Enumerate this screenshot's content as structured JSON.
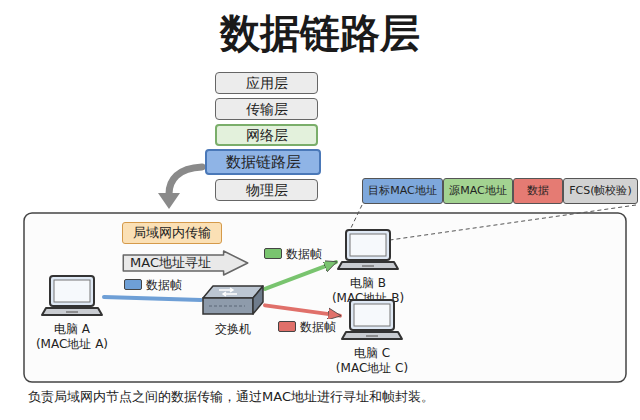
{
  "diagram": {
    "title": "数据链路层",
    "caption": "负责局域网内节点之间的数据传输，通过MAC地址进行寻址和帧封装。",
    "nodes": [
      {
        "text": [
          "应用层"
        ]
      },
      {
        "text": [
          "传输层"
        ]
      },
      {
        "text": [
          "网络层"
        ]
      },
      {
        "text": [
          "数据链路层"
        ]
      },
      {
        "text": [
          "物理层"
        ]
      },
      {
        "text": [
          "目标MAC地址"
        ]
      },
      {
        "text": [
          "源MAC地址"
        ]
      },
      {
        "text": [
          "数据"
        ]
      },
      {
        "text": [
          "FCS(帧校验)"
        ]
      },
      {
        "text": [
          "局域网内传输"
        ]
      },
      {
        "text": [
          "MAC地址寻址"
        ]
      },
      {
        "text": [
          "电脑 A (MAC地址 A)"
        ]
      },
      {
        "text": [
          "交换机"
        ]
      },
      {
        "text": [
          "电脑 B (MAC地址 B)"
        ]
      },
      {
        "text": [
          "电脑 C (MAC地址 C)"
        ]
      }
    ],
    "edges": [
      {
        "from": 11,
        "to": 12,
        "arrow": "none",
        "label": "数据帧"
      },
      {
        "from": 12,
        "to": 13,
        "arrow": "to",
        "label": "数据帧"
      },
      {
        "from": 12,
        "to": 14,
        "arrow": "to",
        "label": "数据帧"
      }
    ]
  }
}
